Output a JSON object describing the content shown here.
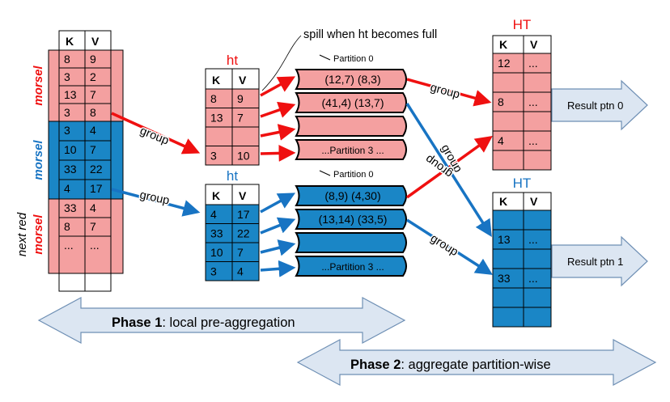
{
  "colors": {
    "red": "#f4a0a0",
    "blue": "#1a86c6",
    "red_arrow": "#ef1010",
    "blue_arrow": "#1874c3",
    "phase_fill": "#dce6f2",
    "phase_stroke": "#6e8fb4"
  },
  "input_table": {
    "headers": [
      "K",
      "V"
    ],
    "rows": [
      [
        "8",
        "9"
      ],
      [
        "3",
        "2"
      ],
      [
        "13",
        "7"
      ],
      [
        "3",
        "8"
      ],
      [
        "3",
        "4"
      ],
      [
        "10",
        "7"
      ],
      [
        "33",
        "22"
      ],
      [
        "4",
        "17"
      ],
      [
        "33",
        "4"
      ],
      [
        "8",
        "7"
      ],
      [
        "...",
        "..."
      ]
    ],
    "morsel_labels": [
      "morsel",
      "morsel",
      "next red",
      "morsel"
    ]
  },
  "ht_red": {
    "title": "ht",
    "headers": [
      "K",
      "V"
    ],
    "rows": [
      [
        "8",
        "9"
      ],
      [
        "13",
        "7"
      ],
      [
        "",
        ""
      ],
      [
        "3",
        "10"
      ]
    ]
  },
  "ht_blue": {
    "title": "ht",
    "headers": [
      "K",
      "V"
    ],
    "rows": [
      [
        "4",
        "17"
      ],
      [
        "33",
        "22"
      ],
      [
        "10",
        "7"
      ],
      [
        "3",
        "4"
      ]
    ]
  },
  "partitions_red": {
    "label": "Partition 0",
    "items": [
      "(12,7)  (8,3)",
      "(41,4) (13,7)",
      "",
      "...Partition 3 ..."
    ]
  },
  "partitions_blue": {
    "label": "Partition 0",
    "items": [
      "(8,9)  (4,30)",
      "(13,14) (33,5)",
      "",
      "...Partition 3 ..."
    ]
  },
  "spill_label": "spill when ht becomes full",
  "group_label": "group",
  "HT_red": {
    "title": "HT",
    "headers": [
      "K",
      "V"
    ],
    "rows": [
      [
        "12",
        "..."
      ],
      [
        "",
        ""
      ],
      [
        "8",
        "..."
      ],
      [
        "",
        ""
      ],
      [
        "4",
        "..."
      ],
      [
        "",
        ""
      ]
    ]
  },
  "HT_blue": {
    "title": "HT",
    "headers": [
      "K",
      "V"
    ],
    "rows": [
      [
        "",
        ""
      ],
      [
        "13",
        "..."
      ],
      [
        "",
        ""
      ],
      [
        "33",
        "..."
      ],
      [
        "",
        ""
      ],
      [
        "",
        ""
      ]
    ]
  },
  "result0": "Result ptn 0",
  "result1": "Result ptn 1",
  "phase1": {
    "bold": "Phase 1",
    "rest": ": local pre-aggregation"
  },
  "phase2": {
    "bold": "Phase 2",
    "rest": ": aggregate partition-wise"
  }
}
